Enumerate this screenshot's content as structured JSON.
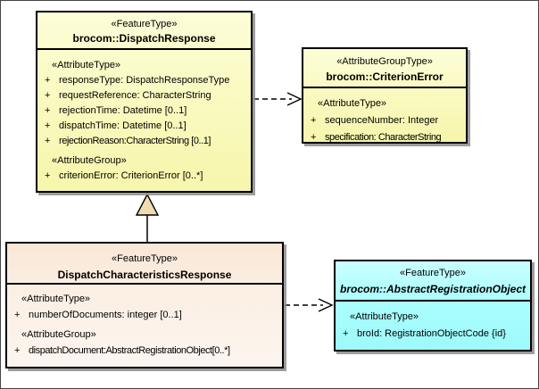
{
  "ui": {
    "plus": "+"
  },
  "colors": {
    "background": "#FFFFFF",
    "class_yellow": "#FBFBC3",
    "class_cyan": "#ABFEFF",
    "class_peach_header": "#F9E7D6",
    "class_peach_body": "#FCF5EF",
    "border": "#000000",
    "shadow": "#8C8C8C",
    "generalization_triangle_fill": "#F1DBB1"
  },
  "classes": {
    "dispatch_response": {
      "stereotype": "«FeatureType»",
      "name": "brocom::DispatchResponse",
      "attribute_type_heading": "«AttributeType»",
      "attribute_group_heading": "«AttributeGroup»",
      "attributes": [
        "responseType: DispatchResponseType",
        "requestReference: CharacterString",
        "rejectionTime: Datetime [0..1]",
        "dispatchTime: Datetime [0..1]",
        "rejectionReason:CharacterString [0..1]"
      ],
      "group_attributes": [
        "criterionError: CriterionError [0..*]"
      ]
    },
    "criterion_error": {
      "stereotype": "«AttributeGroupType»",
      "name": "brocom::CriterionError",
      "attribute_type_heading": "«AttributeType»",
      "attributes": [
        "sequenceNumber: Integer",
        "specification: CharacterString"
      ]
    },
    "dispatch_characteristics_response": {
      "stereotype": "«FeatureType»",
      "name": "DispatchCharacteristicsResponse",
      "attribute_type_heading": "«AttributeType»",
      "attribute_group_heading": "«AttributeGroup»",
      "attributes": [
        "numberOfDocuments: integer [0..1]"
      ],
      "group_attributes": [
        "dispatchDocument:AbstractRegistrationObject[0..*]"
      ]
    },
    "abstract_registration_object": {
      "stereotype": "«FeatureType»",
      "name": "brocom::AbstractRegistrationObject",
      "attribute_type_heading": "«AttributeType»",
      "attributes": [
        "broId: RegistrationObjectCode {id}"
      ]
    }
  }
}
